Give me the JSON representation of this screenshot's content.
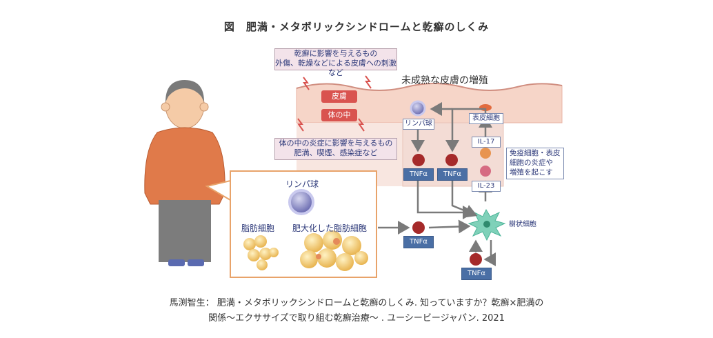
{
  "title": "図　肥満・メタボリックシンドロームと乾癬のしくみ",
  "labels": {
    "outer_factors_line1": "乾癬に影響を与えるもの",
    "outer_factors_line2": "外傷、乾燥などによる皮膚への刺激など",
    "inner_factors_line1": "体の中の炎症に影響を与えるもの",
    "inner_factors_line2": "肥満、喫煙、感染症など",
    "skin_tag": "皮膚",
    "body_tag": "体の中",
    "immature_skin": "未成熟な皮膚の増殖",
    "lymphocyte_top": "リンパ球",
    "epidermal_cell": "表皮細胞",
    "il17": "IL-17",
    "il23": "IL-23",
    "immune_note_line1": "免疫細胞・表皮",
    "immune_note_line2": "細胞の炎症や",
    "immune_note_line3": "増殖を起こす",
    "tnf_left": "TNFα",
    "tnf_right": "TNFα",
    "tnf_mid": "TNFα",
    "tnf_bottom": "TNFα",
    "dendritic_cell": "樹状細胞",
    "lymphocyte_inset": "リンパ球",
    "fat_cells": "脂肪細胞",
    "enlarged_fat_cells": "肥大化した脂肪細胞"
  },
  "caption": {
    "line1": "馬渕智生： 肥満・メタボリックシンドロームと乾癬のしくみ. 知っていますか？乾癬×肥満の",
    "line2": "関係〜エクササイズで取り組む乾癬治療〜 . ユーシービージャパン. 2021"
  },
  "colors": {
    "skin_band": "#f6d5c8",
    "inflamed_area": "#f3dcd5",
    "lymphocyte": "#8c8dc9",
    "tnf_cell": "#a52a2a",
    "tnf_tag": "#4a6fa5",
    "dendritic": "#4fb59a",
    "fat": "#f2c96a",
    "shirt": "#e07a4a",
    "pants": "#7c7c7c",
    "arrow": "#7a7a7a"
  }
}
